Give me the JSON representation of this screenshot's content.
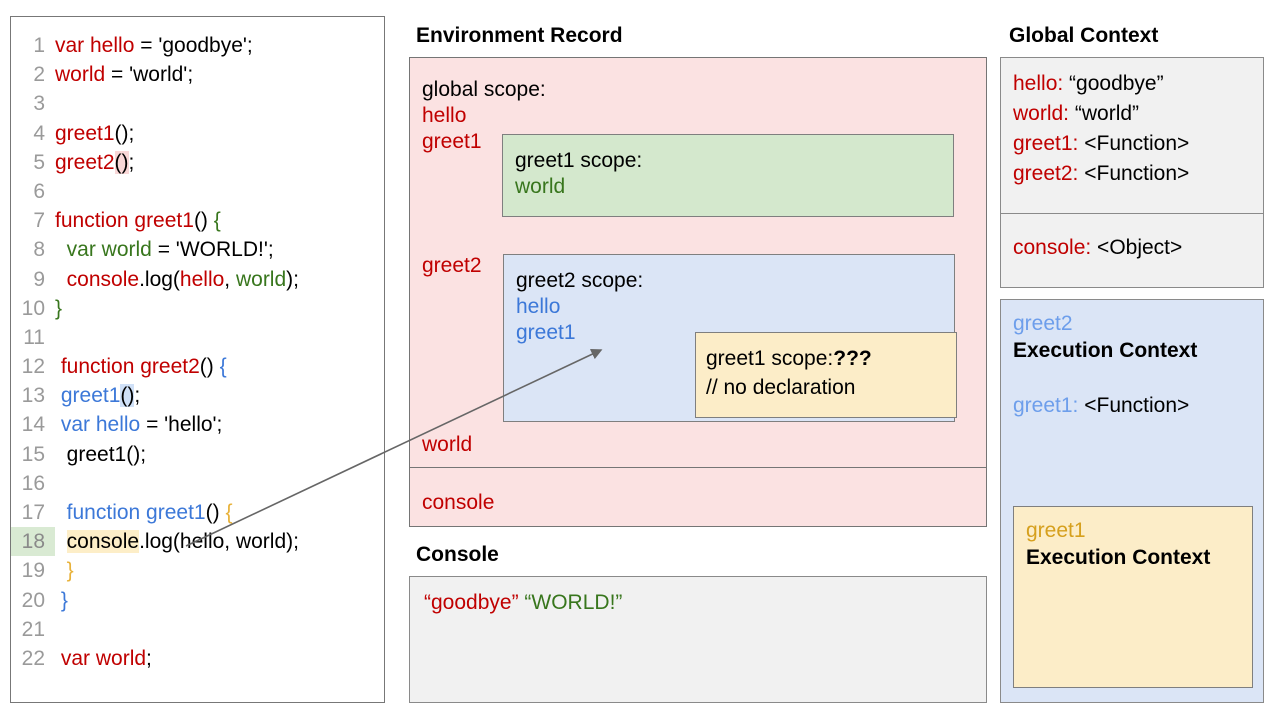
{
  "code_panel": {
    "name": "source-code",
    "lines": [
      {
        "n": "1",
        "tokens": [
          {
            "t": "var hello",
            "c": "red"
          },
          {
            "t": " = 'goodbye';",
            "c": "black"
          }
        ]
      },
      {
        "n": "2",
        "tokens": [
          {
            "t": "world",
            "c": "red"
          },
          {
            "t": " = 'world';",
            "c": "black"
          }
        ]
      },
      {
        "n": "3",
        "tokens": []
      },
      {
        "n": "4",
        "tokens": [
          {
            "t": "greet1",
            "c": "red"
          },
          {
            "t": "()",
            "c": "black"
          },
          {
            "t": ";",
            "c": "black"
          }
        ]
      },
      {
        "n": "5",
        "tokens": [
          {
            "t": "greet2",
            "c": "red"
          },
          {
            "t": "()",
            "c": "black",
            "hl": "pink"
          },
          {
            "t": ";",
            "c": "black"
          }
        ]
      },
      {
        "n": "6",
        "tokens": []
      },
      {
        "n": "7",
        "tokens": [
          {
            "t": "function greet1",
            "c": "red"
          },
          {
            "t": "() ",
            "c": "black"
          },
          {
            "t": "{",
            "c": "green"
          }
        ]
      },
      {
        "n": "8",
        "tokens": [
          {
            "t": "  ",
            "c": "black"
          },
          {
            "t": "var world",
            "c": "green"
          },
          {
            "t": " = 'WORLD!';",
            "c": "black"
          }
        ]
      },
      {
        "n": "9",
        "tokens": [
          {
            "t": "  ",
            "c": "black"
          },
          {
            "t": "console",
            "c": "red"
          },
          {
            "t": ".log(",
            "c": "black"
          },
          {
            "t": "hello",
            "c": "red"
          },
          {
            "t": ", ",
            "c": "black"
          },
          {
            "t": "world",
            "c": "green"
          },
          {
            "t": ");",
            "c": "black"
          }
        ]
      },
      {
        "n": "10",
        "tokens": [
          {
            "t": "}",
            "c": "green"
          }
        ]
      },
      {
        "n": "11",
        "tokens": []
      },
      {
        "n": "12",
        "tokens": [
          {
            "t": " ",
            "c": "black"
          },
          {
            "t": "function greet2",
            "c": "red"
          },
          {
            "t": "() ",
            "c": "black"
          },
          {
            "t": "{",
            "c": "blue"
          }
        ]
      },
      {
        "n": "13",
        "tokens": [
          {
            "t": " ",
            "c": "black"
          },
          {
            "t": "greet1",
            "c": "blue"
          },
          {
            "t": "()",
            "c": "black",
            "hl": "blue"
          },
          {
            "t": ";",
            "c": "black"
          }
        ]
      },
      {
        "n": "14",
        "tokens": [
          {
            "t": " ",
            "c": "black"
          },
          {
            "t": "var hello",
            "c": "blue"
          },
          {
            "t": " = 'hello';",
            "c": "black"
          }
        ]
      },
      {
        "n": "15",
        "tokens": [
          {
            "t": "  greet1();",
            "c": "black"
          }
        ]
      },
      {
        "n": "16",
        "tokens": []
      },
      {
        "n": "17",
        "tokens": [
          {
            "t": "  ",
            "c": "black"
          },
          {
            "t": "function greet1",
            "c": "blue"
          },
          {
            "t": "() ",
            "c": "black"
          },
          {
            "t": "{",
            "c": "amber"
          }
        ]
      },
      {
        "n": "18",
        "tokens": [
          {
            "t": "  ",
            "c": "black"
          },
          {
            "t": "console",
            "c": "black",
            "hl": "amber"
          },
          {
            "t": ".log(hello, world);",
            "c": "black"
          }
        ],
        "line_highlight": true
      },
      {
        "n": "19",
        "tokens": [
          {
            "t": "  ",
            "c": "black"
          },
          {
            "t": "}",
            "c": "amber"
          }
        ]
      },
      {
        "n": "20",
        "tokens": [
          {
            "t": " ",
            "c": "black"
          },
          {
            "t": "}",
            "c": "blue"
          }
        ]
      },
      {
        "n": "21",
        "tokens": []
      },
      {
        "n": "22",
        "tokens": [
          {
            "t": " ",
            "c": "black"
          },
          {
            "t": "var world",
            "c": "red"
          },
          {
            "t": ";",
            "c": "black"
          }
        ]
      }
    ]
  },
  "environment_record": {
    "title": "Environment Record",
    "global_scope_label": "global scope:",
    "hello": "hello",
    "greet1": "greet1",
    "greet2": "greet2",
    "world": "world",
    "console": "console",
    "greet1_scope": {
      "title": "greet1 scope:",
      "var_world": "world"
    },
    "greet2_scope": {
      "title": "greet2 scope:",
      "var_hello": "hello",
      "var_greet1": "greet1",
      "greet1_scope_note": {
        "label": "greet1 scope:",
        "value": "???",
        "comment": "// no declaration"
      }
    }
  },
  "console_panel": {
    "title": "Console",
    "output_first": "“goodbye”",
    "output_second": "“WORLD!”"
  },
  "global_context": {
    "title": "Global Context",
    "rows": [
      {
        "key": "hello:",
        "value": " “goodbye”"
      },
      {
        "key": "world:",
        "value": " “world”"
      },
      {
        "key": "greet1:",
        "value": " <Function>"
      },
      {
        "key": "greet2:",
        "value": " <Function>"
      }
    ],
    "console_row": {
      "key": "console:",
      "value": " <Object>"
    }
  },
  "greet2_execution_context": {
    "name": "greet2",
    "label": "Execution Context",
    "binding_key": "greet1:",
    "binding_value": " <Function>",
    "nested": {
      "name": "greet1",
      "label": "Execution Context"
    }
  },
  "colors": {
    "red": "#c00000",
    "green": "#38761d",
    "blue": "#3c78d8",
    "amber": "#d6a01d",
    "env_record_bg": "#fbe2e2",
    "greet1_scope_bg": "#d4e8cd",
    "greet2_scope_bg": "#dbe5f6",
    "unknown_bg": "#fcedc8",
    "panel_bg": "#f1f1f1"
  }
}
